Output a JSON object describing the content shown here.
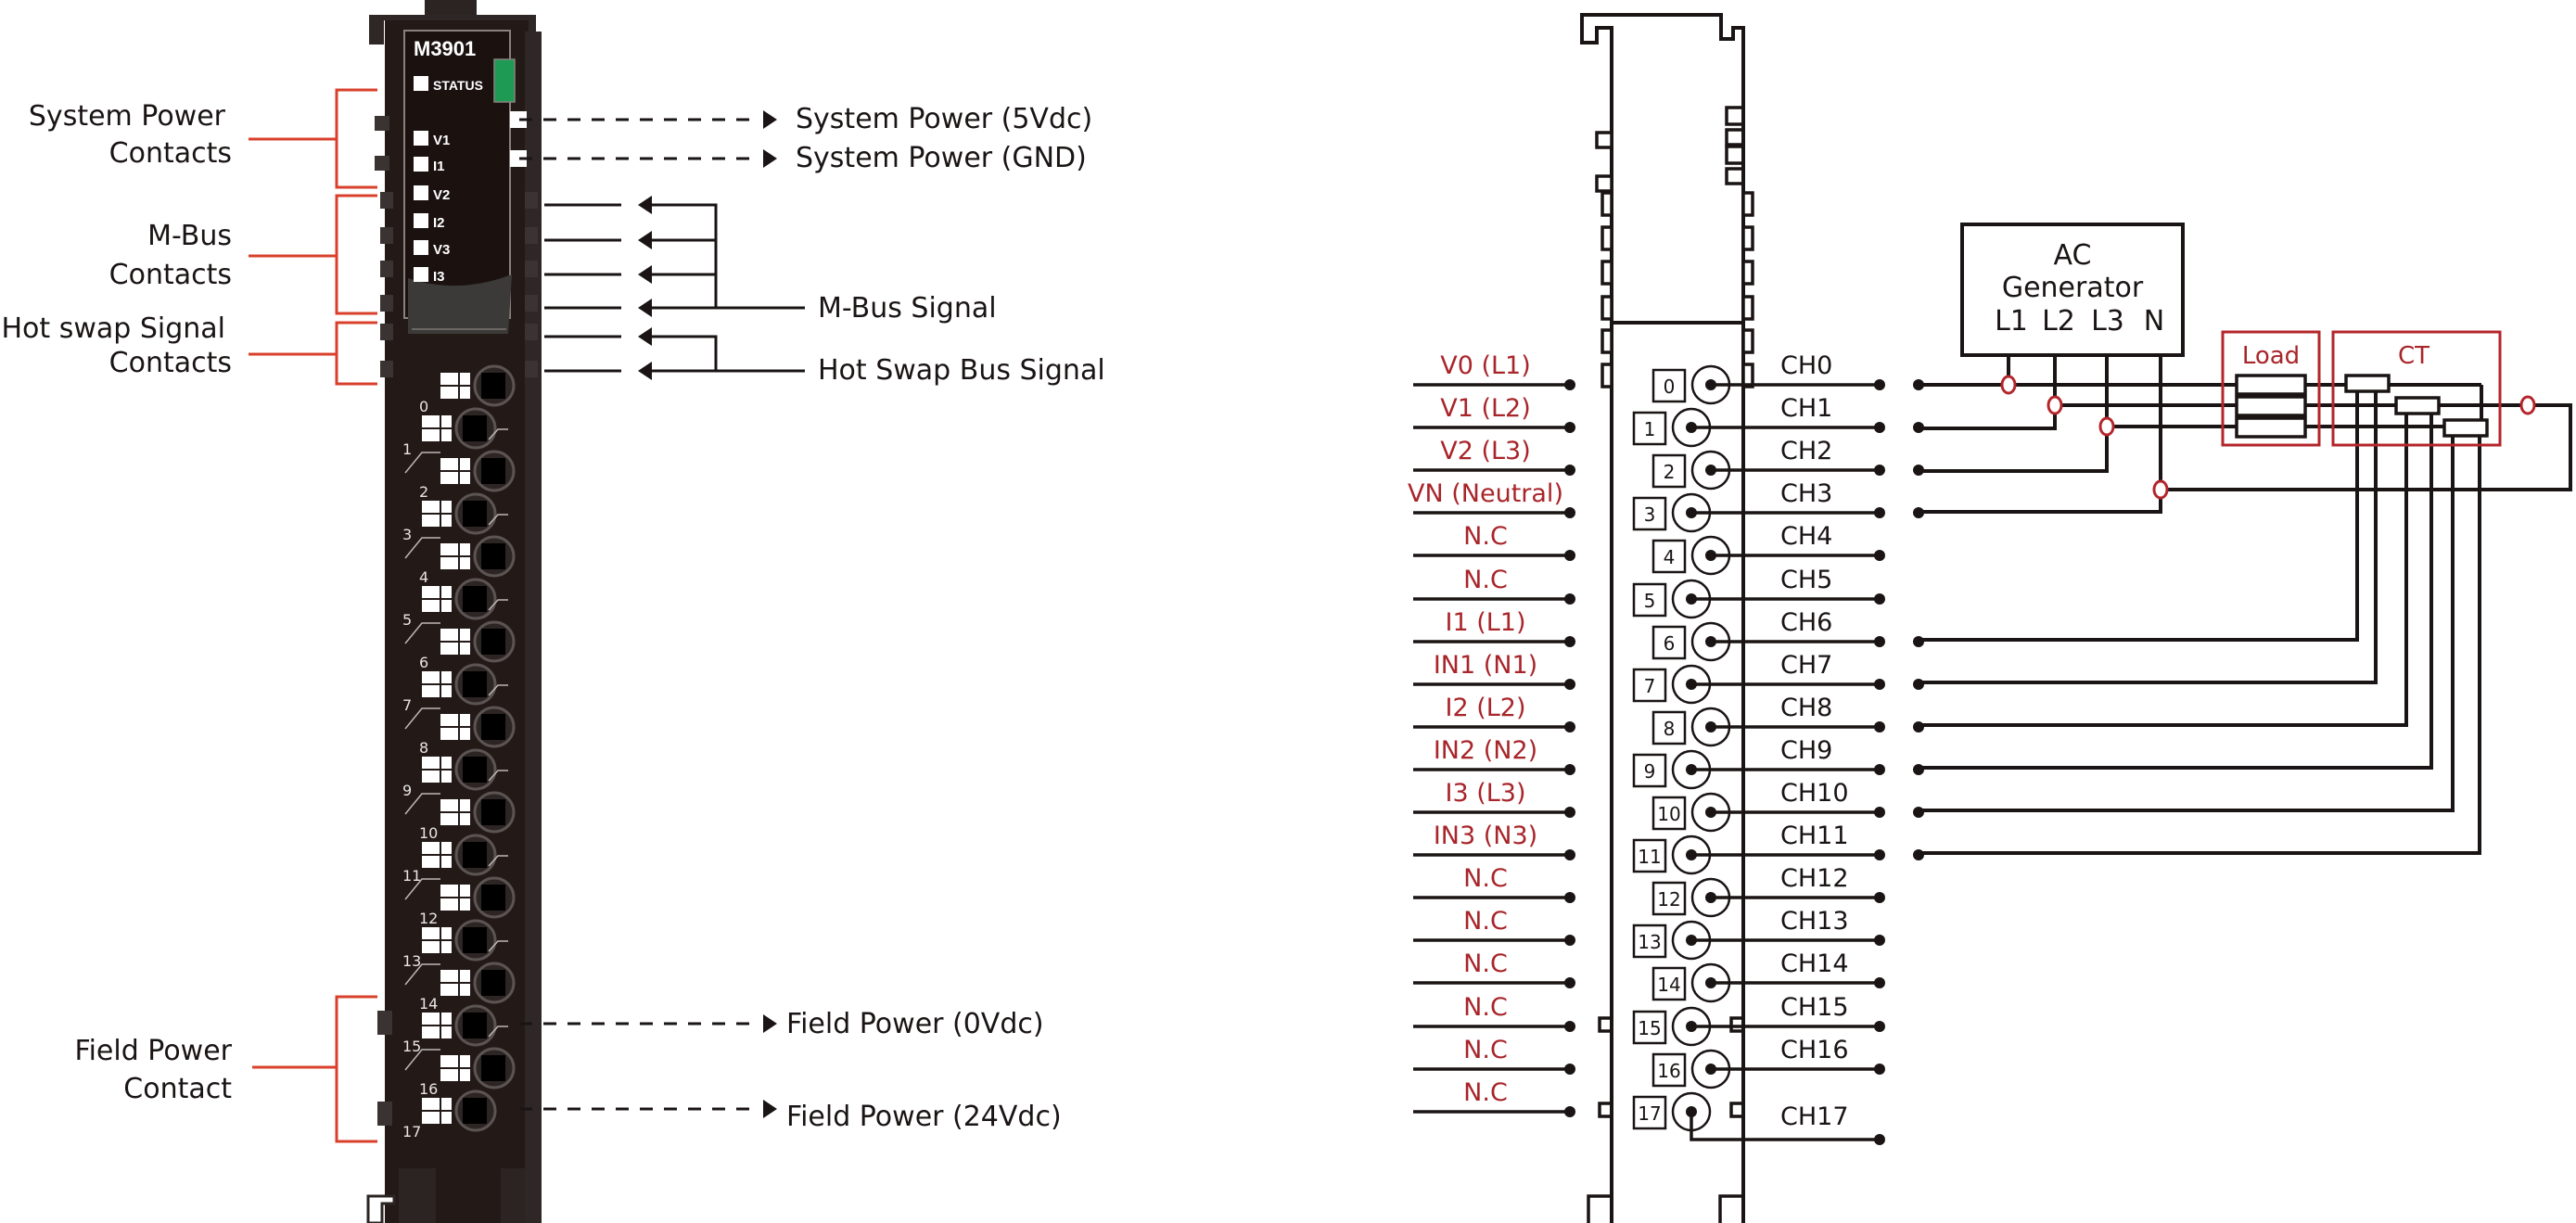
{
  "left_diagram": {
    "module_name": "M3901",
    "led_labels": [
      "STATUS",
      "V1",
      "I1",
      "V2",
      "I2",
      "V3",
      "I3"
    ],
    "terminal_numbers": [
      "0",
      "1",
      "2",
      "3",
      "4",
      "5",
      "6",
      "7",
      "8",
      "9",
      "10",
      "11",
      "12",
      "13",
      "14",
      "15",
      "16",
      "17"
    ],
    "left_callouts": [
      {
        "line1": "System Power",
        "line2": "Contacts"
      },
      {
        "line1": "M-Bus",
        "line2": "Contacts"
      },
      {
        "line1": "Hot swap Signal",
        "line2": "Contacts"
      },
      {
        "line1": "Field Power",
        "line2": "Contact"
      }
    ],
    "right_callouts": {
      "system_power_5v": "System Power (5Vdc)",
      "system_power_gnd": "System Power (GND)",
      "mbus_signal": "M-Bus Signal",
      "hotswap_signal": "Hot Swap Bus Signal",
      "field_power_0v": "Field Power (0Vdc)",
      "field_power_24v": "Field Power (24Vdc)"
    },
    "colors": {
      "bracket": "#d9402c",
      "module_body": "#231a18",
      "status_led": "#1f9a55"
    }
  },
  "right_diagram": {
    "signal_labels": [
      "V0 (L1)",
      "V1 (L2)",
      "V2 (L3)",
      "VN (Neutral)",
      "N.C",
      "N.C",
      "I1 (L1)",
      "IN1 (N1)",
      "I2 (L2)",
      "IN2 (N2)",
      "I3 (L3)",
      "IN3 (N3)",
      "N.C",
      "N.C",
      "N.C",
      "N.C",
      "N.C",
      "N.C"
    ],
    "terminal_numbers": [
      "0",
      "1",
      "2",
      "3",
      "4",
      "5",
      "6",
      "7",
      "8",
      "9",
      "10",
      "11",
      "12",
      "13",
      "14",
      "15",
      "16",
      "17"
    ],
    "channel_labels": [
      "CH0",
      "CH1",
      "CH2",
      "CH3",
      "CH4",
      "CH5",
      "CH6",
      "CH7",
      "CH8",
      "CH9",
      "CH10",
      "CH11",
      "CH12",
      "CH13",
      "CH14",
      "CH15",
      "CH16",
      "CH17"
    ],
    "generator": {
      "line1": "AC",
      "line2": "Generator",
      "phases": [
        "L1",
        "L2",
        "L3",
        "N"
      ]
    },
    "load_label": "Load",
    "ct_label": "CT",
    "colors": {
      "signal_label": "#a8252a",
      "box_outline": "#b3262b",
      "wire": "#1a1414"
    }
  }
}
